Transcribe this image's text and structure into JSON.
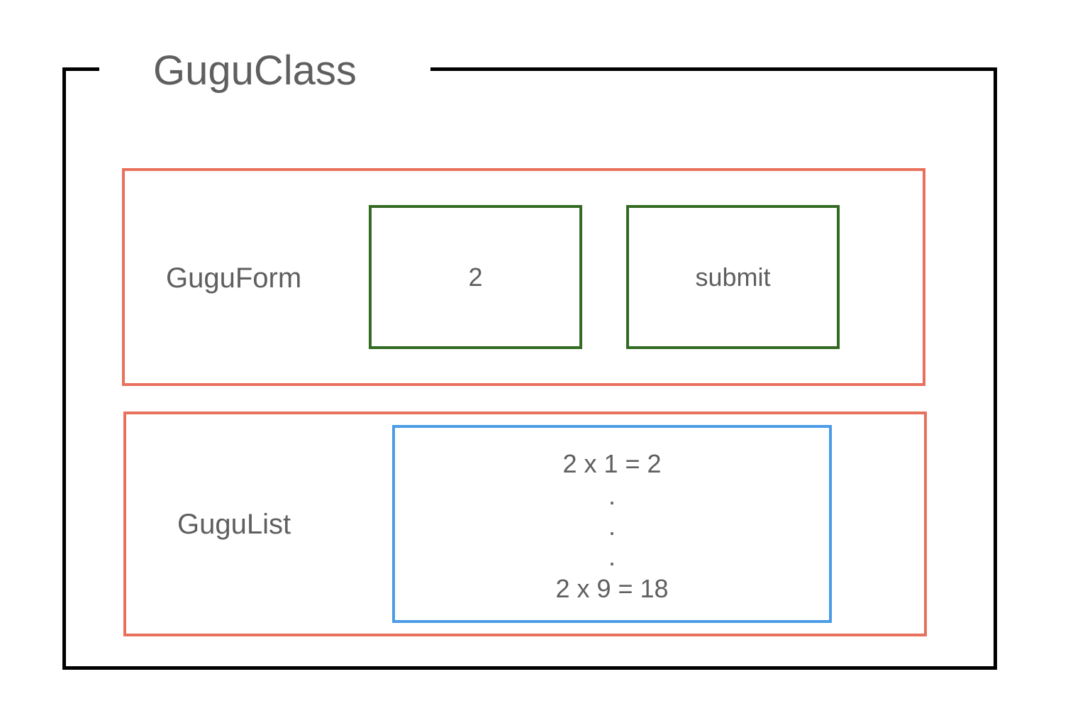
{
  "gugu_class": {
    "title": "GuguClass"
  },
  "gugu_form": {
    "label": "GuguForm",
    "input_value": "2",
    "submit_label": "submit"
  },
  "gugu_list": {
    "label": "GuguList",
    "lines": [
      "2 x 1 = 2",
      ".",
      ".",
      ".",
      "2 x 9 = 18"
    ]
  },
  "colors": {
    "outer_border": "#000000",
    "component_border": "#e8705c",
    "element_border": "#336b22",
    "list_border": "#4b9ce6",
    "text": "#5f5f5f"
  }
}
